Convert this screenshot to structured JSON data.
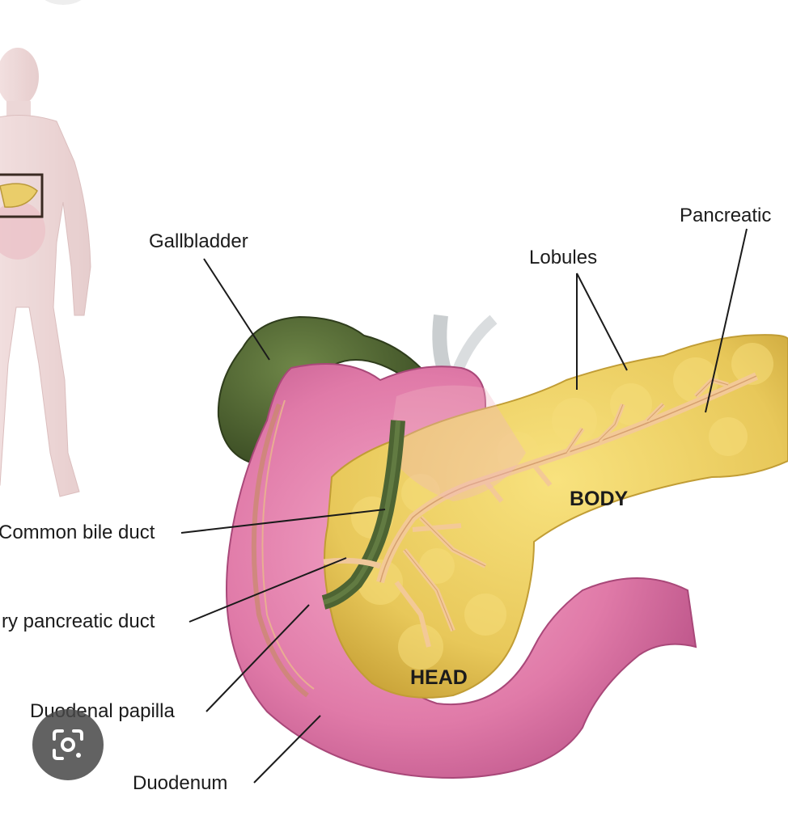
{
  "labels": {
    "gallbladder": "Gallbladder",
    "lobules": "Lobules",
    "pancreatic_duct": "Pancreatic",
    "common_bile_duct": "Common bile duct",
    "accessory_pancreatic_duct": "ry pancreatic duct",
    "duodenal_papilla": "Duodenal papilla",
    "duodenum": "Duodenum",
    "body": "BODY",
    "head": "HEAD"
  },
  "colors": {
    "gallbladder": "#4d6433",
    "pancreas": "#e8c85a",
    "duodenum": "#d870a0",
    "duct": "#f0c79a",
    "figure": "#e8d2d2"
  },
  "icons": {
    "lens": "google-lens-icon"
  }
}
